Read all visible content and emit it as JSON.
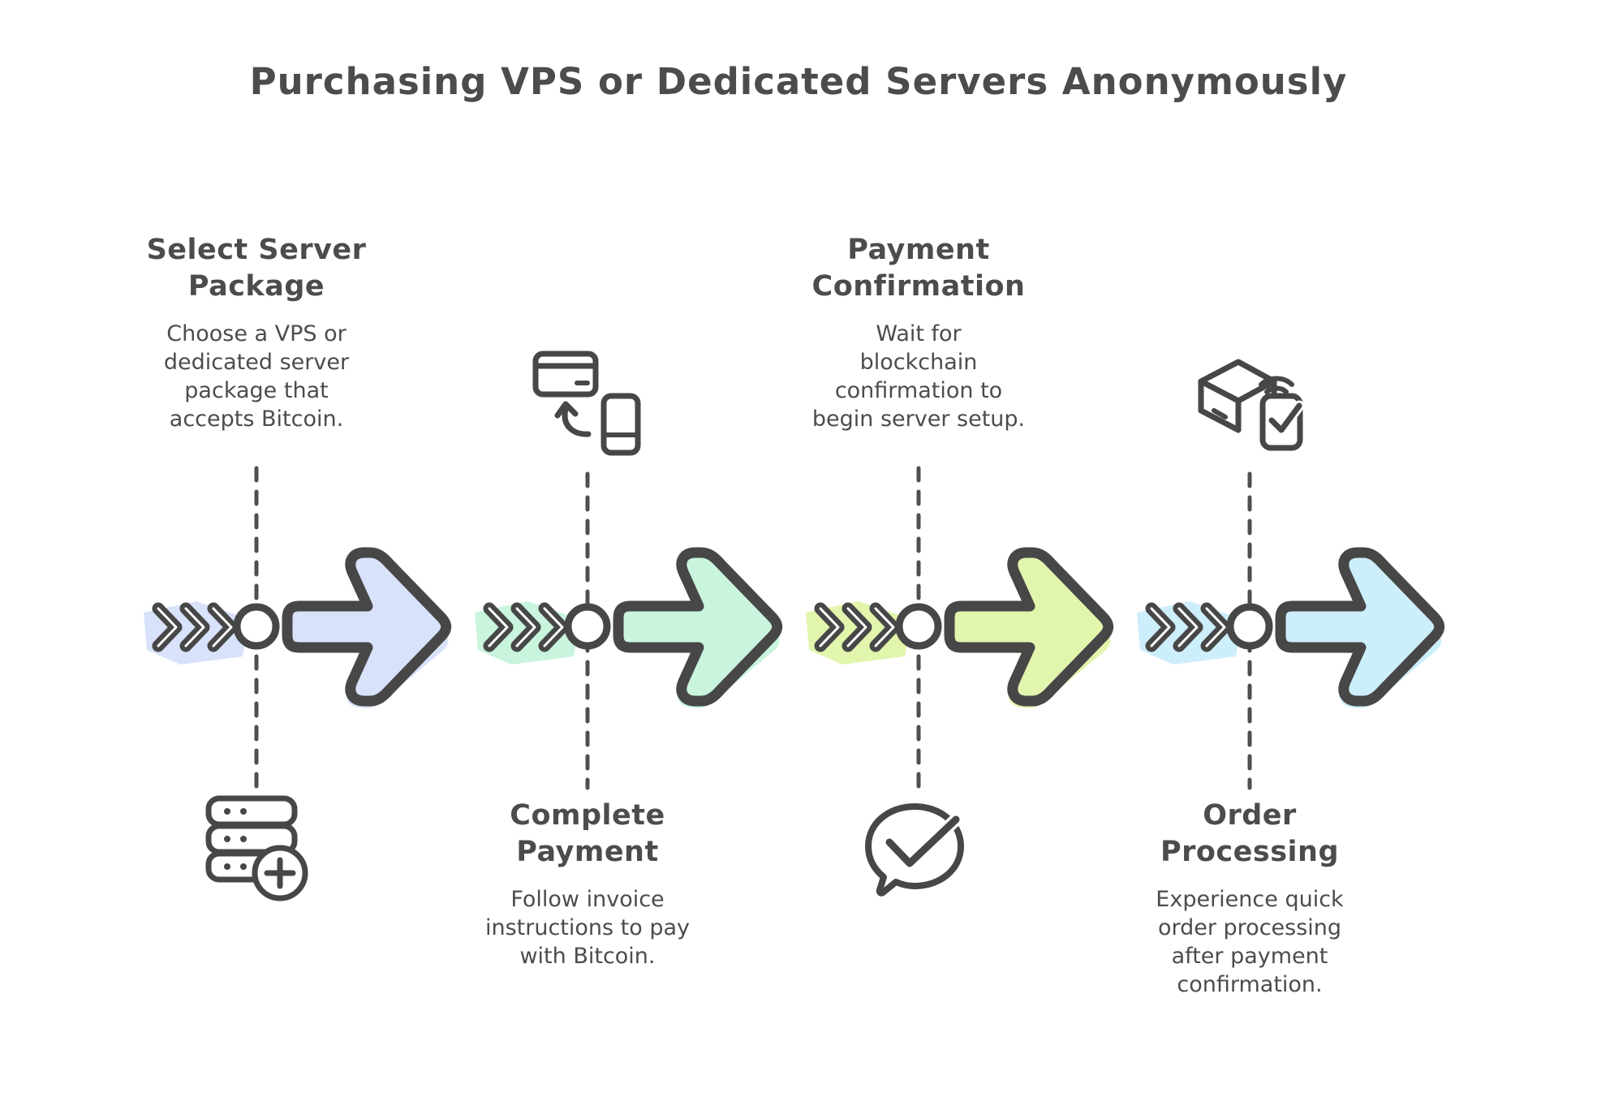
{
  "title": "Purchasing VPS or Dedicated Servers Anonymously",
  "steps": [
    {
      "id": 1,
      "title": "Select Server\nPackage",
      "description": "Choose a VPS or\ndedicated server\npackage that\naccepts Bitcoin.",
      "icon": "server-add-icon",
      "text_position": "above",
      "icon_position": "below",
      "accent_color": "#d9e2fb"
    },
    {
      "id": 2,
      "title": "Complete\nPayment",
      "description": "Follow invoice\ninstructions to pay\nwith Bitcoin.",
      "icon": "card-phone-icon",
      "text_position": "below",
      "icon_position": "above",
      "accent_color": "#c9f4dd"
    },
    {
      "id": 3,
      "title": "Payment\nConfirmation",
      "description": "Wait for\nblockchain\nconfirmation to\nbegin server setup.",
      "icon": "chat-check-icon",
      "text_position": "above",
      "icon_position": "below",
      "accent_color": "#e1f5ad"
    },
    {
      "id": 4,
      "title": "Order\nProcessing",
      "description": "Experience quick\norder processing\nafter payment\nconfirmation.",
      "icon": "package-check-icon",
      "text_position": "below",
      "icon_position": "above",
      "accent_color": "#cdeefb"
    }
  ],
  "style": {
    "outline_color": "#474747",
    "text_color": "#4c4c4c",
    "background": "#ffffff"
  }
}
